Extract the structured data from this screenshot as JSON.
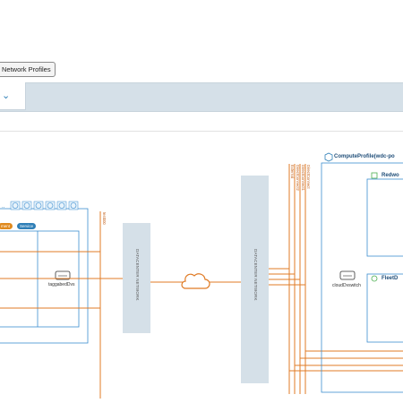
{
  "toolbar": {
    "network_profiles_label": "Network Profiles"
  },
  "left_profile": {
    "badges": [
      "ment",
      "Service"
    ],
    "switch_label": "taggabedDvs",
    "port_label": "test000"
  },
  "networks": {
    "datacenter_1": "DATACENTER NETWORK",
    "datacenter_2": "DATACENTER NETWORK"
  },
  "uplinks": [
    "External",
    "DirectConnect2",
    "DirectConnect1",
    "DirectConnect"
  ],
  "compute_profile": {
    "title": "ComputeProfile(wdc-po",
    "switch_label": "cloudDvswitch",
    "group_1": "Redwo",
    "group_2": "FleetD"
  },
  "colors": {
    "accent_orange": "#e07b25",
    "line_blue": "#3d8ed0",
    "network_block": "#d5e0e8",
    "badge_orange": "#e08a1e",
    "badge_blue": "#2f7fb7"
  }
}
